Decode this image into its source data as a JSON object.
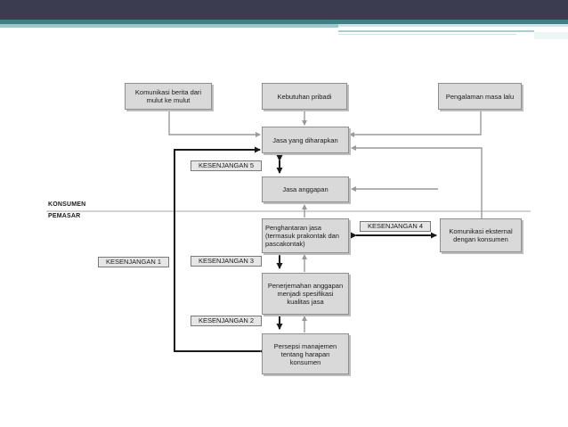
{
  "boxes": {
    "word_of_mouth": "Komunikasi berita dari mulut ke mulut",
    "personal_needs": "Kebutuhan pribadi",
    "past_experience": "Pengalaman masa lalu",
    "expected_service": "Jasa yang diharapkan",
    "perceived_service": "Jasa anggapan",
    "service_delivery": "Penghantaran jasa (termasuk prakontak dan pascakontak)",
    "translation": "Penerjemahan anggapan menjadi spesifikasi kualitas jasa",
    "management_perception": "Persepsi manajemen tentang harapan konsumen",
    "external_communication": "Komunikasi eksternal dengan konsumen"
  },
  "gaps": {
    "gap1": "KESENJANGAN 1",
    "gap2": "KESENJANGAN 2",
    "gap3": "KESENJANGAN 3",
    "gap4": "KESENJANGAN 4",
    "gap5": "KESENJANGAN 5"
  },
  "sections": {
    "consumer": "KONSUMEN",
    "marketer": "PEMASAR"
  },
  "colors": {
    "top_bar": "#3b3c4f",
    "accent_stripe": "#3f7f86",
    "box_fill": "#d9d9d9",
    "arrow_gray": "#9a9a9a",
    "arrow_black": "#1a1a1a"
  }
}
